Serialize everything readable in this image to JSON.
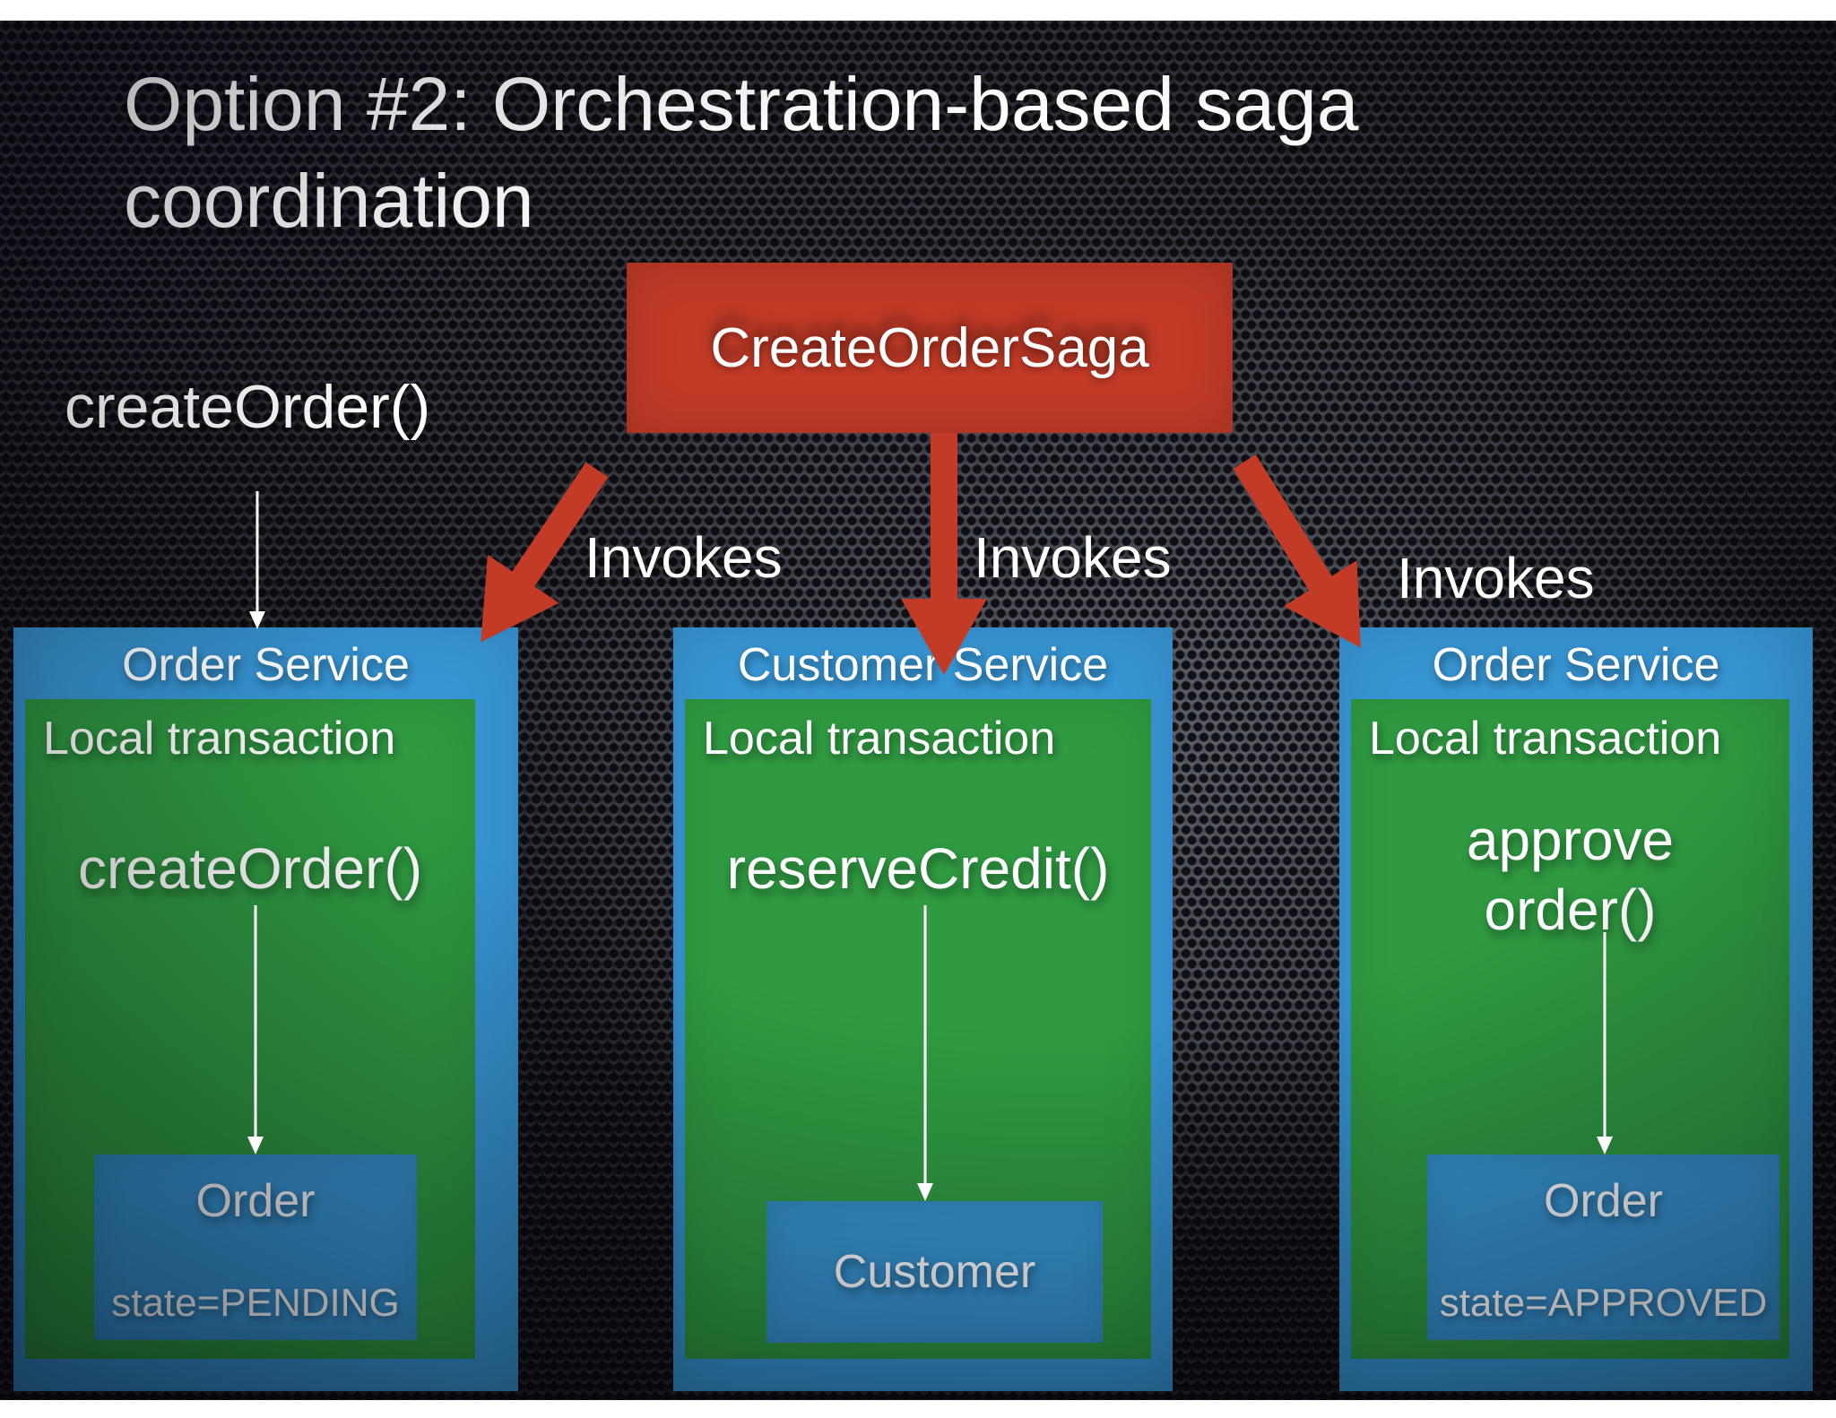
{
  "slide": {
    "title_line1": "Option #2: Orchestration-based saga",
    "title_line2": "coordination",
    "entry_call_label": "createOrder()",
    "saga_box_label": "CreateOrderSaga",
    "invoke_labels": [
      "Invokes",
      "Invokes",
      "Invokes"
    ],
    "services": [
      {
        "name": "Order Service",
        "transaction_label": "Local transaction",
        "method_line1": "createOrder()",
        "entity": "Order",
        "state": "state=PENDING"
      },
      {
        "name": "Customer Service",
        "transaction_label": "Local transaction",
        "method_line1": "reserveCredit()",
        "entity": "Customer"
      },
      {
        "name": "Order Service",
        "transaction_label": "Local transaction",
        "method_line1": "approve",
        "method_line2": "order()",
        "entity": "Order",
        "state": "state=APPROVED"
      }
    ],
    "colors": {
      "saga_red": "#c23b27",
      "service_blue": "#3795d3",
      "transaction_green": "#2f9a41",
      "text_white": "#ffffff",
      "frame_white": "#ffffff"
    }
  }
}
